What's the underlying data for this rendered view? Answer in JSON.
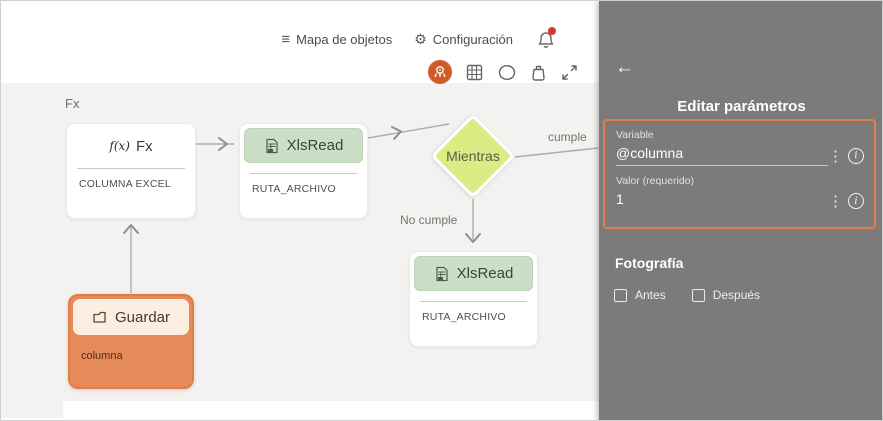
{
  "toolbar": {
    "map_objects_label": "Mapa de objetos",
    "settings_label": "Configuración"
  },
  "canvas": {
    "group_label": "Fx",
    "fx_node": {
      "icon_text": "f(x)",
      "title": "Fx",
      "param": "COLUMNA EXCEL"
    },
    "xlsread_top": {
      "title": "XlsRead",
      "param": "RUTA_ARCHIVO"
    },
    "mientras_node": {
      "title": "Mientras"
    },
    "xlsread_bottom": {
      "title": "XlsRead",
      "param": "RUTA_ARCHIVO"
    },
    "guardar_node": {
      "title": "Guardar",
      "param": "columna"
    },
    "edge_true_label": "cumple",
    "edge_false_label": "No cumple"
  },
  "panel": {
    "title": "Editar parámetros",
    "fields": [
      {
        "label": "Variable",
        "value": "@columna"
      },
      {
        "label": "Valor (requerido)",
        "value": "1"
      }
    ],
    "photo": {
      "title": "Fotografía",
      "options": [
        {
          "label": "Antes",
          "checked": false
        },
        {
          "label": "Después",
          "checked": false
        }
      ]
    }
  },
  "glyphs": {
    "menu": "≡",
    "gear": "⚙",
    "back_arrow": "←",
    "kebab": "⋮",
    "info": "i"
  },
  "colors": {
    "accent_orange": "#dc8048",
    "brand_orange": "#cf5c26",
    "panel_gray": "#7d7b79",
    "canvas_gray": "#f3f2f0",
    "node_green": "#cbdec6",
    "diamond_green": "#dcec85",
    "notification_red": "#d63a2f"
  }
}
